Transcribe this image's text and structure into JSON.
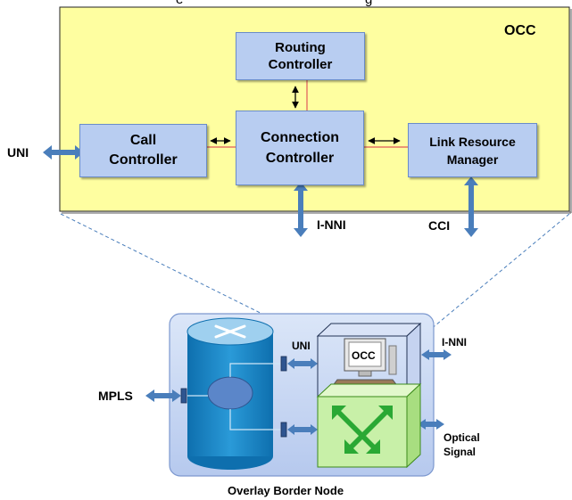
{
  "occ_panel": {
    "title": "OCC",
    "partial_caption": "e",
    "partial_caption_2": "g"
  },
  "components": {
    "routing_controller": [
      "Routing",
      "Controller"
    ],
    "call_controller": [
      "Call",
      "Controller"
    ],
    "connection_controller": [
      "Connection",
      "Controller"
    ],
    "link_resource_manager": [
      "Link Resource",
      "Manager"
    ]
  },
  "interfaces": {
    "uni_top": "UNI",
    "i_nni_top": "I-NNI",
    "cci": "CCI"
  },
  "node": {
    "occ_label": "OCC",
    "uni": "UNI",
    "i_nni": "I-NNI",
    "mpls": "MPLS",
    "optical_signal": [
      "Optical",
      "Signal"
    ],
    "caption": "Overlay Border Node"
  },
  "colors": {
    "panel_fill": "#fefea0",
    "box_fill": "#b8cdf1",
    "arrow_blue": "#4a7ebb",
    "cylinder_blue": "#1a86c8",
    "switch_green": "#c8f0a8",
    "node_bg": "#c8d8f4"
  }
}
